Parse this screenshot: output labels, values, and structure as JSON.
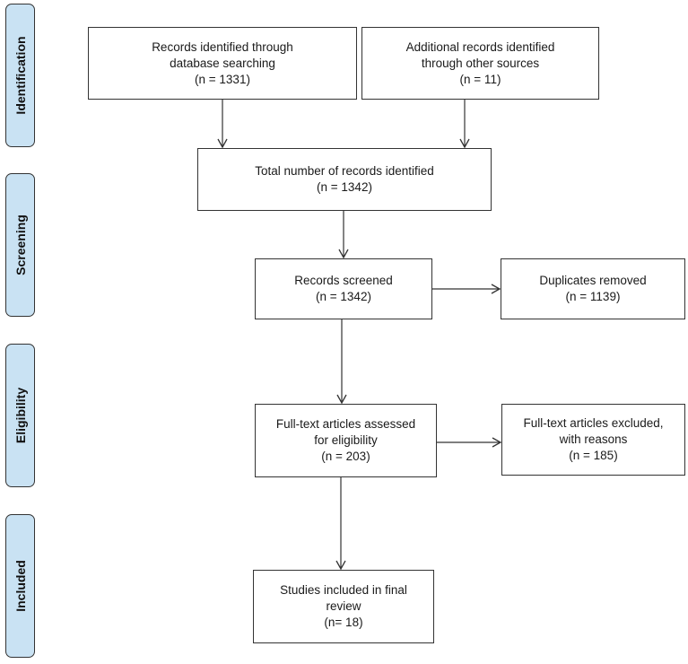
{
  "stages": {
    "identification": "Identification",
    "screening": "Screening",
    "eligibility": "Eligibility",
    "included": "Included"
  },
  "boxes": {
    "database_records": {
      "lines": [
        "Records identified through",
        "database searching",
        "(n =  1331)"
      ]
    },
    "other_records": {
      "lines": [
        "Additional records identified",
        "through other sources",
        "(n = 11)"
      ]
    },
    "total_records": {
      "lines": [
        "Total number of records identified",
        "(n =  1342)"
      ]
    },
    "records_screened": {
      "lines": [
        "Records screened",
        "(n =  1342)"
      ]
    },
    "duplicates_removed": {
      "lines": [
        "Duplicates removed",
        "(n =  1139)"
      ]
    },
    "fulltext_assessed": {
      "lines": [
        "Full-text articles assessed",
        "for eligibility",
        "(n = 203)"
      ]
    },
    "fulltext_excluded": {
      "lines": [
        "Full-text articles excluded,",
        "with reasons",
        "(n =  185)"
      ]
    },
    "studies_included": {
      "lines": [
        "Studies included in final",
        "review",
        "(n= 18)"
      ]
    }
  },
  "colors": {
    "stage_fill": "#c9e2f3",
    "border": "#333333",
    "arrow": "#333333"
  }
}
